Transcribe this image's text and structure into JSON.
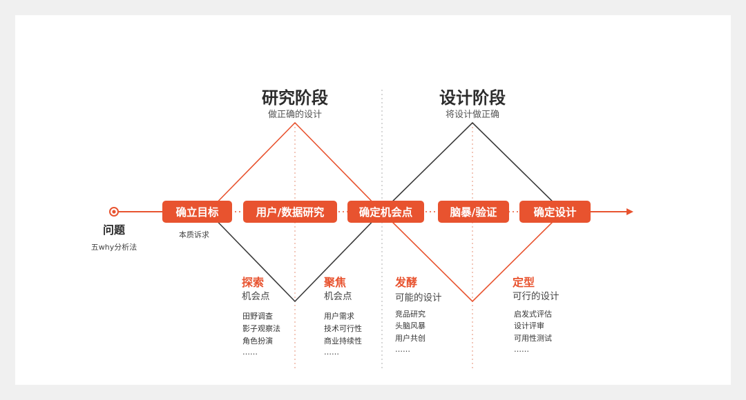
{
  "phases": {
    "research": {
      "title": "研究阶段",
      "subtitle": "做正确的设计"
    },
    "design": {
      "title": "设计阶段",
      "subtitle": "将设计做正确"
    }
  },
  "start": {
    "title": "问题",
    "subtitle": "五why分析法"
  },
  "steps": [
    "确立目标",
    "用户/数据研究",
    "确定机会点",
    "脑暴/验证",
    "确定设计"
  ],
  "goal_note": "本质诉求",
  "sections": [
    {
      "title": "探索",
      "subtitle": "机会点",
      "items": [
        "田野调查",
        "影子观察法",
        "角色扮演",
        "……"
      ]
    },
    {
      "title": "聚焦",
      "subtitle": "机会点",
      "items": [
        "用户需求",
        "技术可行性",
        "商业持续性",
        "……"
      ]
    },
    {
      "title": "发酵",
      "subtitle": "可能的设计",
      "items": [
        "竞品研究",
        "头脑风暴",
        "用户共创",
        "……"
      ]
    },
    {
      "title": "定型",
      "subtitle": "可行的设计",
      "items": [
        "启发式评估",
        "设计评审",
        "可用性测试",
        "……"
      ]
    }
  ],
  "colors": {
    "accent": "#e8532f",
    "dark": "#3a3a3a",
    "dotted": "#e8a08a",
    "divider": "#bbbbbb"
  }
}
